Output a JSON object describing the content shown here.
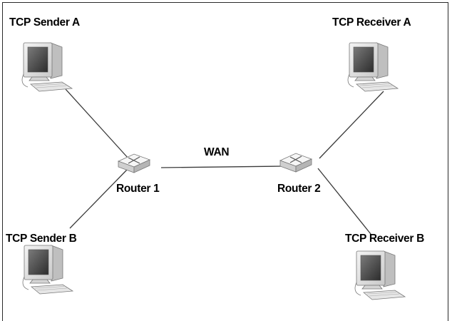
{
  "nodes": {
    "sender_a": {
      "label": "TCP Sender A"
    },
    "sender_b": {
      "label": "TCP Sender B"
    },
    "receiver_a": {
      "label": "TCP Receiver A"
    },
    "receiver_b": {
      "label": "TCP Receiver B"
    },
    "router_1": {
      "label": "Router 1"
    },
    "router_2": {
      "label": "Router 2"
    }
  },
  "links": {
    "wan": {
      "label": "WAN"
    }
  },
  "colors": {
    "line": "#3a3a3a",
    "monitor_screen": "#444444",
    "device_body": "#e8e8e8"
  }
}
